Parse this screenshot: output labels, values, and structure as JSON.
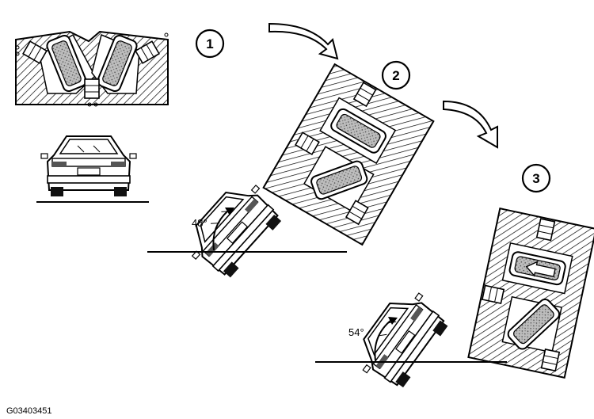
{
  "figure": {
    "code": "G03403451",
    "steps": [
      {
        "number": "1"
      },
      {
        "number": "2"
      },
      {
        "number": "3"
      }
    ],
    "angles": [
      {
        "value": "48°"
      },
      {
        "value": "54°"
      }
    ]
  }
}
